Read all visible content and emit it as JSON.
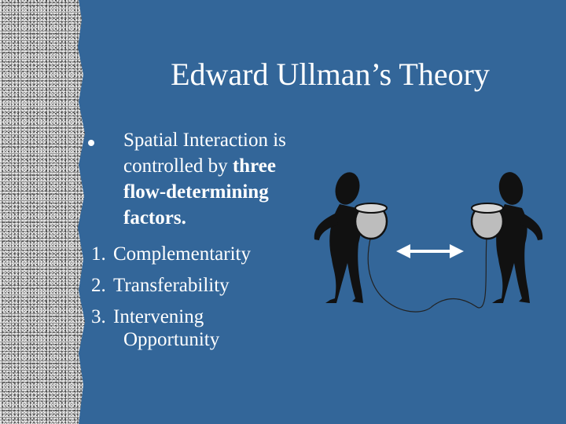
{
  "slide": {
    "title": "Edward Ullman’s Theory",
    "bullet": {
      "lead": "Spatial Interaction is controlled by ",
      "emphasis": "three flow-determining factors."
    },
    "factors": [
      {
        "number": "1.",
        "text": "Complementarity"
      },
      {
        "number": "2.",
        "text": "Transferability"
      },
      {
        "number": "3.",
        "text": "Intervening",
        "continuation": "Opportunity"
      }
    ]
  },
  "colors": {
    "background": "#336699",
    "text": "#ffffff",
    "figure": "#111111",
    "can": "#bdbdbd"
  },
  "illustration": {
    "left_figure": "person-with-tin-can-phone-icon",
    "right_figure": "person-with-tin-can-phone-icon",
    "arrow": "double-headed-arrow-icon"
  }
}
